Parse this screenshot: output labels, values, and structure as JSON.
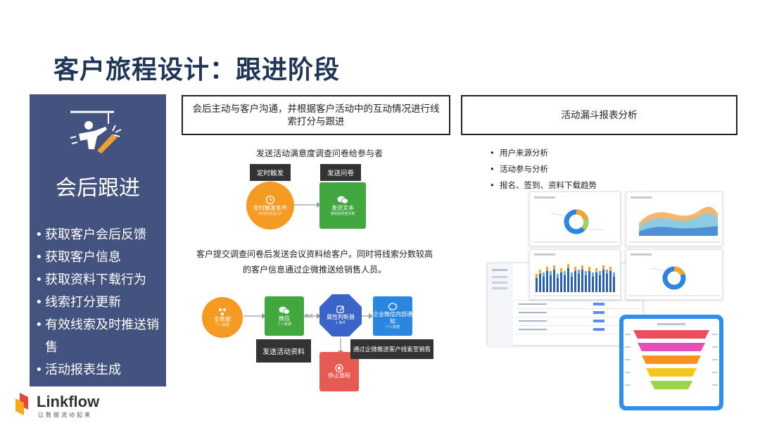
{
  "slide_title": "客户旅程设计：跟进阶段",
  "sidebar": {
    "heading": "会后跟进",
    "bullet": "•",
    "items": [
      "获取客户会后反馈",
      "获取客户信息",
      "获取资料下载行为",
      "线索打分更新",
      "有效线索及时推送销",
      "售",
      "活动报表生成"
    ]
  },
  "left_box": {
    "text": "会后主动与客户沟通，并根据客户活动中的互动情况进行线索打分与跟进"
  },
  "right_box": {
    "text": "活动漏斗报表分析"
  },
  "flow1": {
    "subtitle": "发送活动满意度调查问卷给参与者",
    "tag_left": "定时触发",
    "tag_right": "发送问卷",
    "node_left": {
      "title": "定时触发条件",
      "sub": "时间在会后2天"
    },
    "node_right": {
      "title": "发送文本",
      "sub": "满意度调查问卷"
    }
  },
  "paragraph": {
    "line1": "客户提交调查问卷后发送会议资料给客户。同时将线索分数较高",
    "line2": "的客户信息通过企微推送给销售人员。"
  },
  "flow2": {
    "tag_left": "发送活动资料",
    "tag_right": "通过企微推送客户线索至销售",
    "node1": {
      "title": "全数据",
      "sub": "个人数据"
    },
    "node2": {
      "title": "微信",
      "sub": "个人数据"
    },
    "node3": {
      "title": "属性判断器",
      "sub": "1 条件"
    },
    "node4": {
      "title": "企业微信内部通知",
      "sub": "个人数据"
    },
    "node5": {
      "title": "停止旅程",
      "sub": ""
    },
    "edge_label": "跟进"
  },
  "analysis_bullets": {
    "bullet": "•",
    "items": [
      "用户来源分析",
      "活动参与分析",
      "报名、签到、资料下载趋势"
    ]
  },
  "logo": {
    "word": "Linkflow",
    "slogan": "让数据流动起来"
  },
  "colors": {
    "title": "#1f3557",
    "sidebar": "#44527f",
    "orange": "#f59b23",
    "green": "#41a840",
    "blue": "#2b86e0",
    "purple_blue": "#3b64c8",
    "red": "#e65a52",
    "funnel_frame": "#2e8ff0"
  },
  "icons": [
    "presenter-icon",
    "clock-icon",
    "wechat-icon",
    "edit-icon",
    "chat-icon",
    "stop-icon",
    "nodes-icon"
  ]
}
